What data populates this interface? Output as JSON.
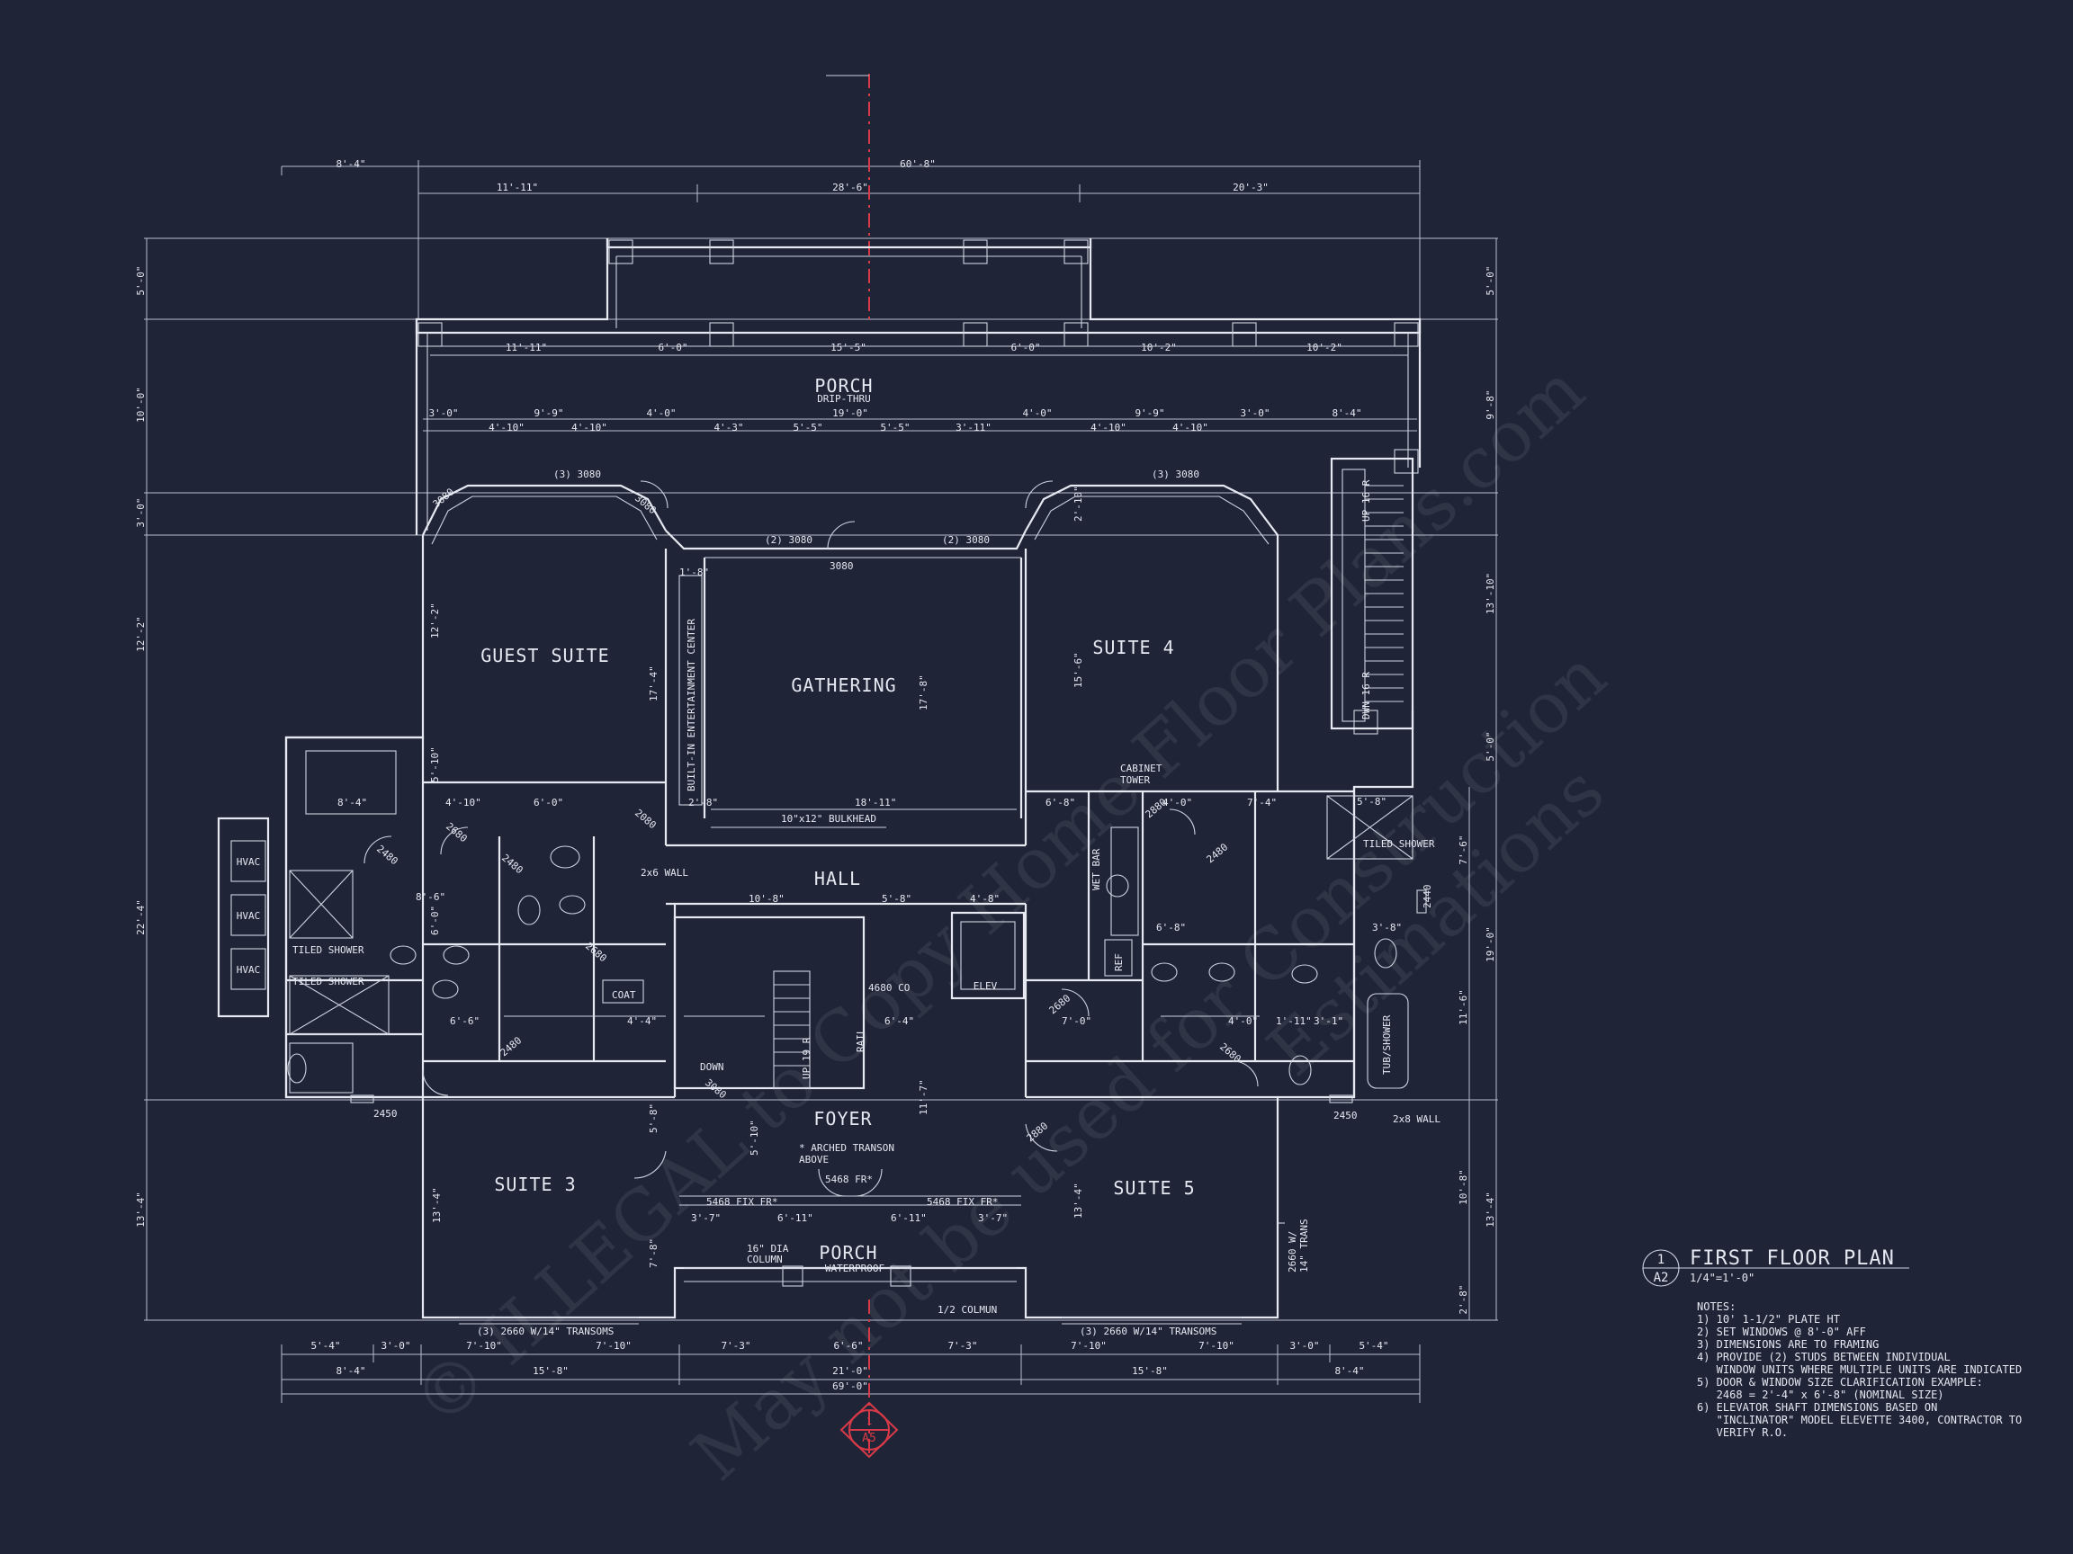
{
  "colors": {
    "background": "#1f2537",
    "line": "#e6e9f1",
    "section_marker": "#d83a48"
  },
  "rooms": {
    "porch_top": "PORCH",
    "porch_top_sub": "DRIP-THRU",
    "guest_suite": "GUEST SUITE",
    "gathering": "GATHERING",
    "suite4": "SUITE 4",
    "hall": "HALL",
    "foyer": "FOYER",
    "suite3": "SUITE 3",
    "suite5": "SUITE 5",
    "porch_bottom": "PORCH",
    "porch_bottom_sub": "WATERPROOF",
    "elev": "ELEV"
  },
  "labels": {
    "hvac": "HVAC",
    "tiled_shower": "TILED SHOWER",
    "tiled_shower_sm": "TILED\nSHOWER",
    "coat": "COAT",
    "down": "DOWN",
    "wet_bar": "WET BAR",
    "ref": "REF",
    "tub_shower": "TUB/SHOWER",
    "cabinet_tower": "CABINET\nTOWER",
    "builtin": "BUILT-IN ENTERTAINMENT CENTER",
    "bulkhead": "10\"x12\" BULKHEAD",
    "two_by6": "2x6 WALL",
    "two_by8": "2x8 WALL",
    "arched": "* ARCHED TRANSON\n   ABOVE",
    "door_5468": "5468  FR*",
    "fix_left": "5468 FIX FR*",
    "fix_right": "5468 FIX FR*",
    "column16": "16\" DIA\nCOLUMN",
    "half_column": "1/2 COLMUN",
    "trans_left": "(3) 2660 W/14\" TRANSOMS",
    "trans_right": "(3) 2660 W/14\" TRANSOMS",
    "w2660": "2660 W/\n14\" TRANS",
    "co4680": "4680 CO",
    "up_r": "UP 19 R",
    "up16": "UP 16 R",
    "dn16": "DWN 16 R",
    "rail": "RAIL",
    "w3080a": "(3) 3080",
    "w3080b": "(3) 3080",
    "w2x3080a": "(2) 3080",
    "w2x3080b": "(2) 3080",
    "d3080": "3080",
    "d2450a": "2450",
    "d2450b": "2450",
    "d2440": "2440"
  },
  "dims_top": {
    "overall": "60'-8\"",
    "left_offset": "8'-4\"",
    "seg1": "11'-11\"",
    "seg2": "28'-6\"",
    "seg3": "20'-3\""
  },
  "dims_porch": [
    "11'-11\"",
    "6'-0\"",
    "15'-5\"",
    "6'-0\"",
    "10'-2\"",
    "10'-2\""
  ],
  "dims_row": [
    "3'-0\"",
    "4'-10\"",
    "9'-9\"",
    "4'-10\"",
    "4'-0\"",
    "4'-3\"",
    "5'-5\"",
    "19'-0\"",
    "5'-5\"",
    "3'-11\"",
    "4'-0\"",
    "4'-10\"",
    "9'-9\"",
    "4'-10\"",
    "3'-0\"",
    "8'-4\""
  ],
  "dims_left": [
    "5'-0\"",
    "10'-0\"",
    "3'-0\"",
    "12'-2\"",
    "22'-4\"",
    "13'-4\""
  ],
  "dims_right": [
    "5'-0\"",
    "9'-8\"",
    "13'-10\"",
    "5'-0\"",
    "7'-6\"",
    "19'-0\"",
    "11'-6\"",
    "10'-8\"",
    "13'-4\"",
    "2'-8\""
  ],
  "dims_bottom1": [
    "5'-4\"",
    "3'-0\"",
    "7'-10\"",
    "7'-10\"",
    "7'-3\"",
    "6'-6\"",
    "7'-3\"",
    "7'-10\"",
    "7'-10\"",
    "3'-0\"",
    "5'-4\""
  ],
  "dims_bottom2": [
    "8'-4\"",
    "15'-8\"",
    "21'-0\"",
    "15'-8\"",
    "8'-4\""
  ],
  "dims_bottom_total": "69'-0\"",
  "interior_dims": [
    "12'-2\"",
    "17'-4\"",
    "17'-8\"",
    "15'-6\"",
    "2'-10\"",
    "1'-8\"",
    "5'-10\"",
    "4'-10\"",
    "6'-0\"",
    "2'-8\"",
    "18'-11\"",
    "6'-8\"",
    "4'-0\"",
    "7'-4\"",
    "8'-4\"",
    "8'-6\"",
    "6'-0\"",
    "10'-8\"",
    "5'-8\"",
    "4'-8\"",
    "6'-4\"",
    "4'-4\"",
    "6'-6\"",
    "7'-0\"",
    "4'-0\"",
    "1'-11\"",
    "3'-1\"",
    "6'-8\"",
    "3'-8\"",
    "5'-8\"",
    "11'-7\"",
    "5'-10\"",
    "13'-4\"",
    "7'-8\"",
    "3'-7\"",
    "6'-11\"",
    "6'-11\"",
    "3'-7\"",
    "5'-8\"",
    "13'-4\""
  ],
  "doors": [
    "3080",
    "3080",
    "2680",
    "2480",
    "2080",
    "2680",
    "2480",
    "2480",
    "3080",
    "2680",
    "2880",
    "2680",
    "2480",
    "2880"
  ],
  "title_block": {
    "number": "1",
    "sheet": "A2",
    "title": "FIRST FLOOR PLAN",
    "scale": "1/4\"=1'-0\""
  },
  "section_marker": {
    "number": "1",
    "sheet": "A5"
  },
  "notes": {
    "heading": "NOTES:",
    "items": [
      "1) 10' 1-1/2\" PLATE HT",
      "2) SET WINDOWS @ 8'-0\" AFF",
      "3) DIMENSIONS ARE TO FRAMING",
      "4) PROVIDE (2) STUDS BETWEEN INDIVIDUAL",
      "   WINDOW UNITS WHERE MULTIPLE UNITS ARE INDICATED",
      "5) DOOR & WINDOW SIZE CLARIFICATION EXAMPLE:",
      "   2468 = 2'-4\" x 6'-8\" (NOMINAL SIZE)",
      "6) ELEVATOR SHAFT DIMENSIONS BASED ON",
      "   \"INCLINATOR\" MODEL ELEVETTE 3400, CONTRACTOR TO",
      "   VERIFY R.O."
    ]
  },
  "watermark": {
    "line1": "© ILLEGAL to Copy Home Floor Plans.com",
    "line2": "May not be used for Construction",
    "line3": "Estimations"
  }
}
